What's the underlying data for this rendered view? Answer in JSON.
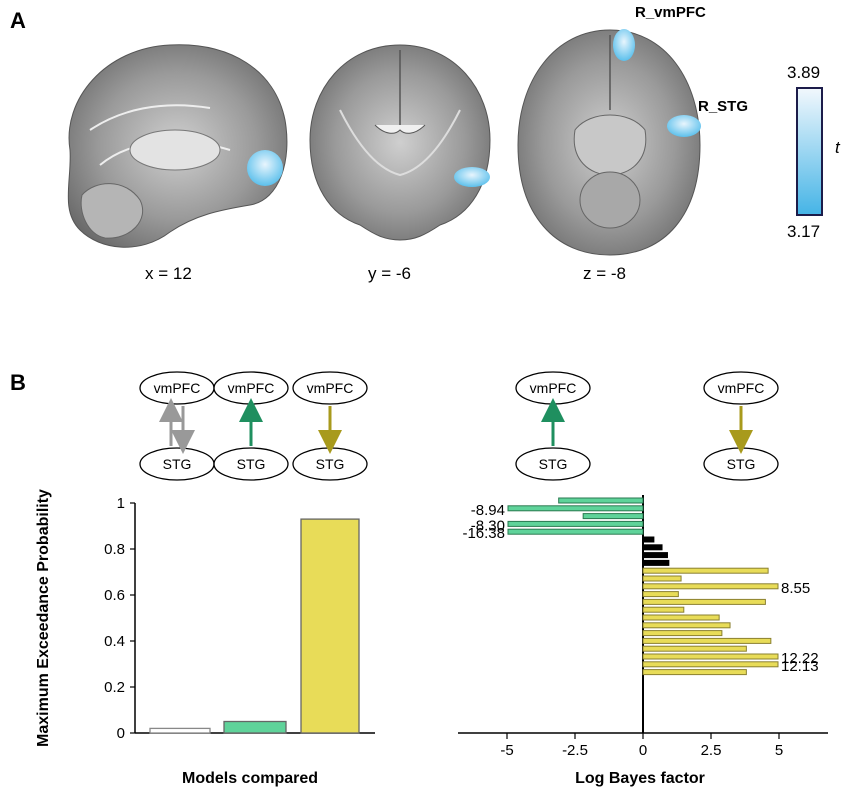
{
  "panel_a": {
    "letter": "A",
    "coords": {
      "sagittal": "x = 12",
      "coronal": "y = -6",
      "axial": "z = -8"
    },
    "roi_labels": {
      "vmpfc": "R_vmPFC",
      "stg": "R_STG"
    },
    "colorbar": {
      "max": "3.89",
      "min": "3.17",
      "label": "t",
      "color_top": "#f2f8fd",
      "color_bottom": "#45b4e6"
    }
  },
  "panel_b": {
    "letter": "B",
    "node_top": "vmPFC",
    "node_bottom": "STG",
    "colors": {
      "bidirectional": "#999999",
      "bottom_up": "#1f8f5f",
      "top_down": "#a89a1c",
      "green_bar": "#5fd39a",
      "yellow_bar": "#e8dc58",
      "black_bar": "#000000"
    }
  },
  "chart_data": [
    {
      "type": "bar",
      "title": "",
      "xlabel": "Models compared",
      "ylabel": "Maximum Exceedance Probability",
      "categories": [
        "bidirectional",
        "bottom-up",
        "top-down"
      ],
      "values": [
        0.02,
        0.05,
        0.93
      ],
      "colors": [
        "#ffffff",
        "#5fd39a",
        "#e8dc58"
      ],
      "ylim": [
        0,
        1
      ],
      "yticks": [
        "0",
        "0.2",
        "0.4",
        "0.6",
        "0.8",
        "1"
      ],
      "grid": false
    },
    {
      "type": "bar",
      "orientation": "horizontal",
      "title": "",
      "xlabel": "Log Bayes factor",
      "ylabel": "",
      "values": [
        -3.1,
        -8.94,
        -2.2,
        -8.3,
        -16.38,
        0.4,
        0.7,
        0.9,
        0.95,
        4.6,
        1.4,
        8.55,
        1.3,
        4.5,
        1.5,
        2.8,
        3.2,
        2.9,
        4.7,
        3.8,
        12.22,
        12.13,
        3.8
      ],
      "xlim": [
        -6.5,
        6.5
      ],
      "xticks": [
        "-5",
        "-2.5",
        "0",
        "2.5",
        "5"
      ],
      "data_labels": [
        {
          "index": 1,
          "text": "-8.94"
        },
        {
          "index": 3,
          "text": "-8.30"
        },
        {
          "index": 4,
          "text": "-16.38"
        },
        {
          "index": 11,
          "text": "8.55"
        },
        {
          "index": 20,
          "text": "12.22"
        },
        {
          "index": 21,
          "text": "12.13"
        }
      ],
      "grid": false
    }
  ]
}
